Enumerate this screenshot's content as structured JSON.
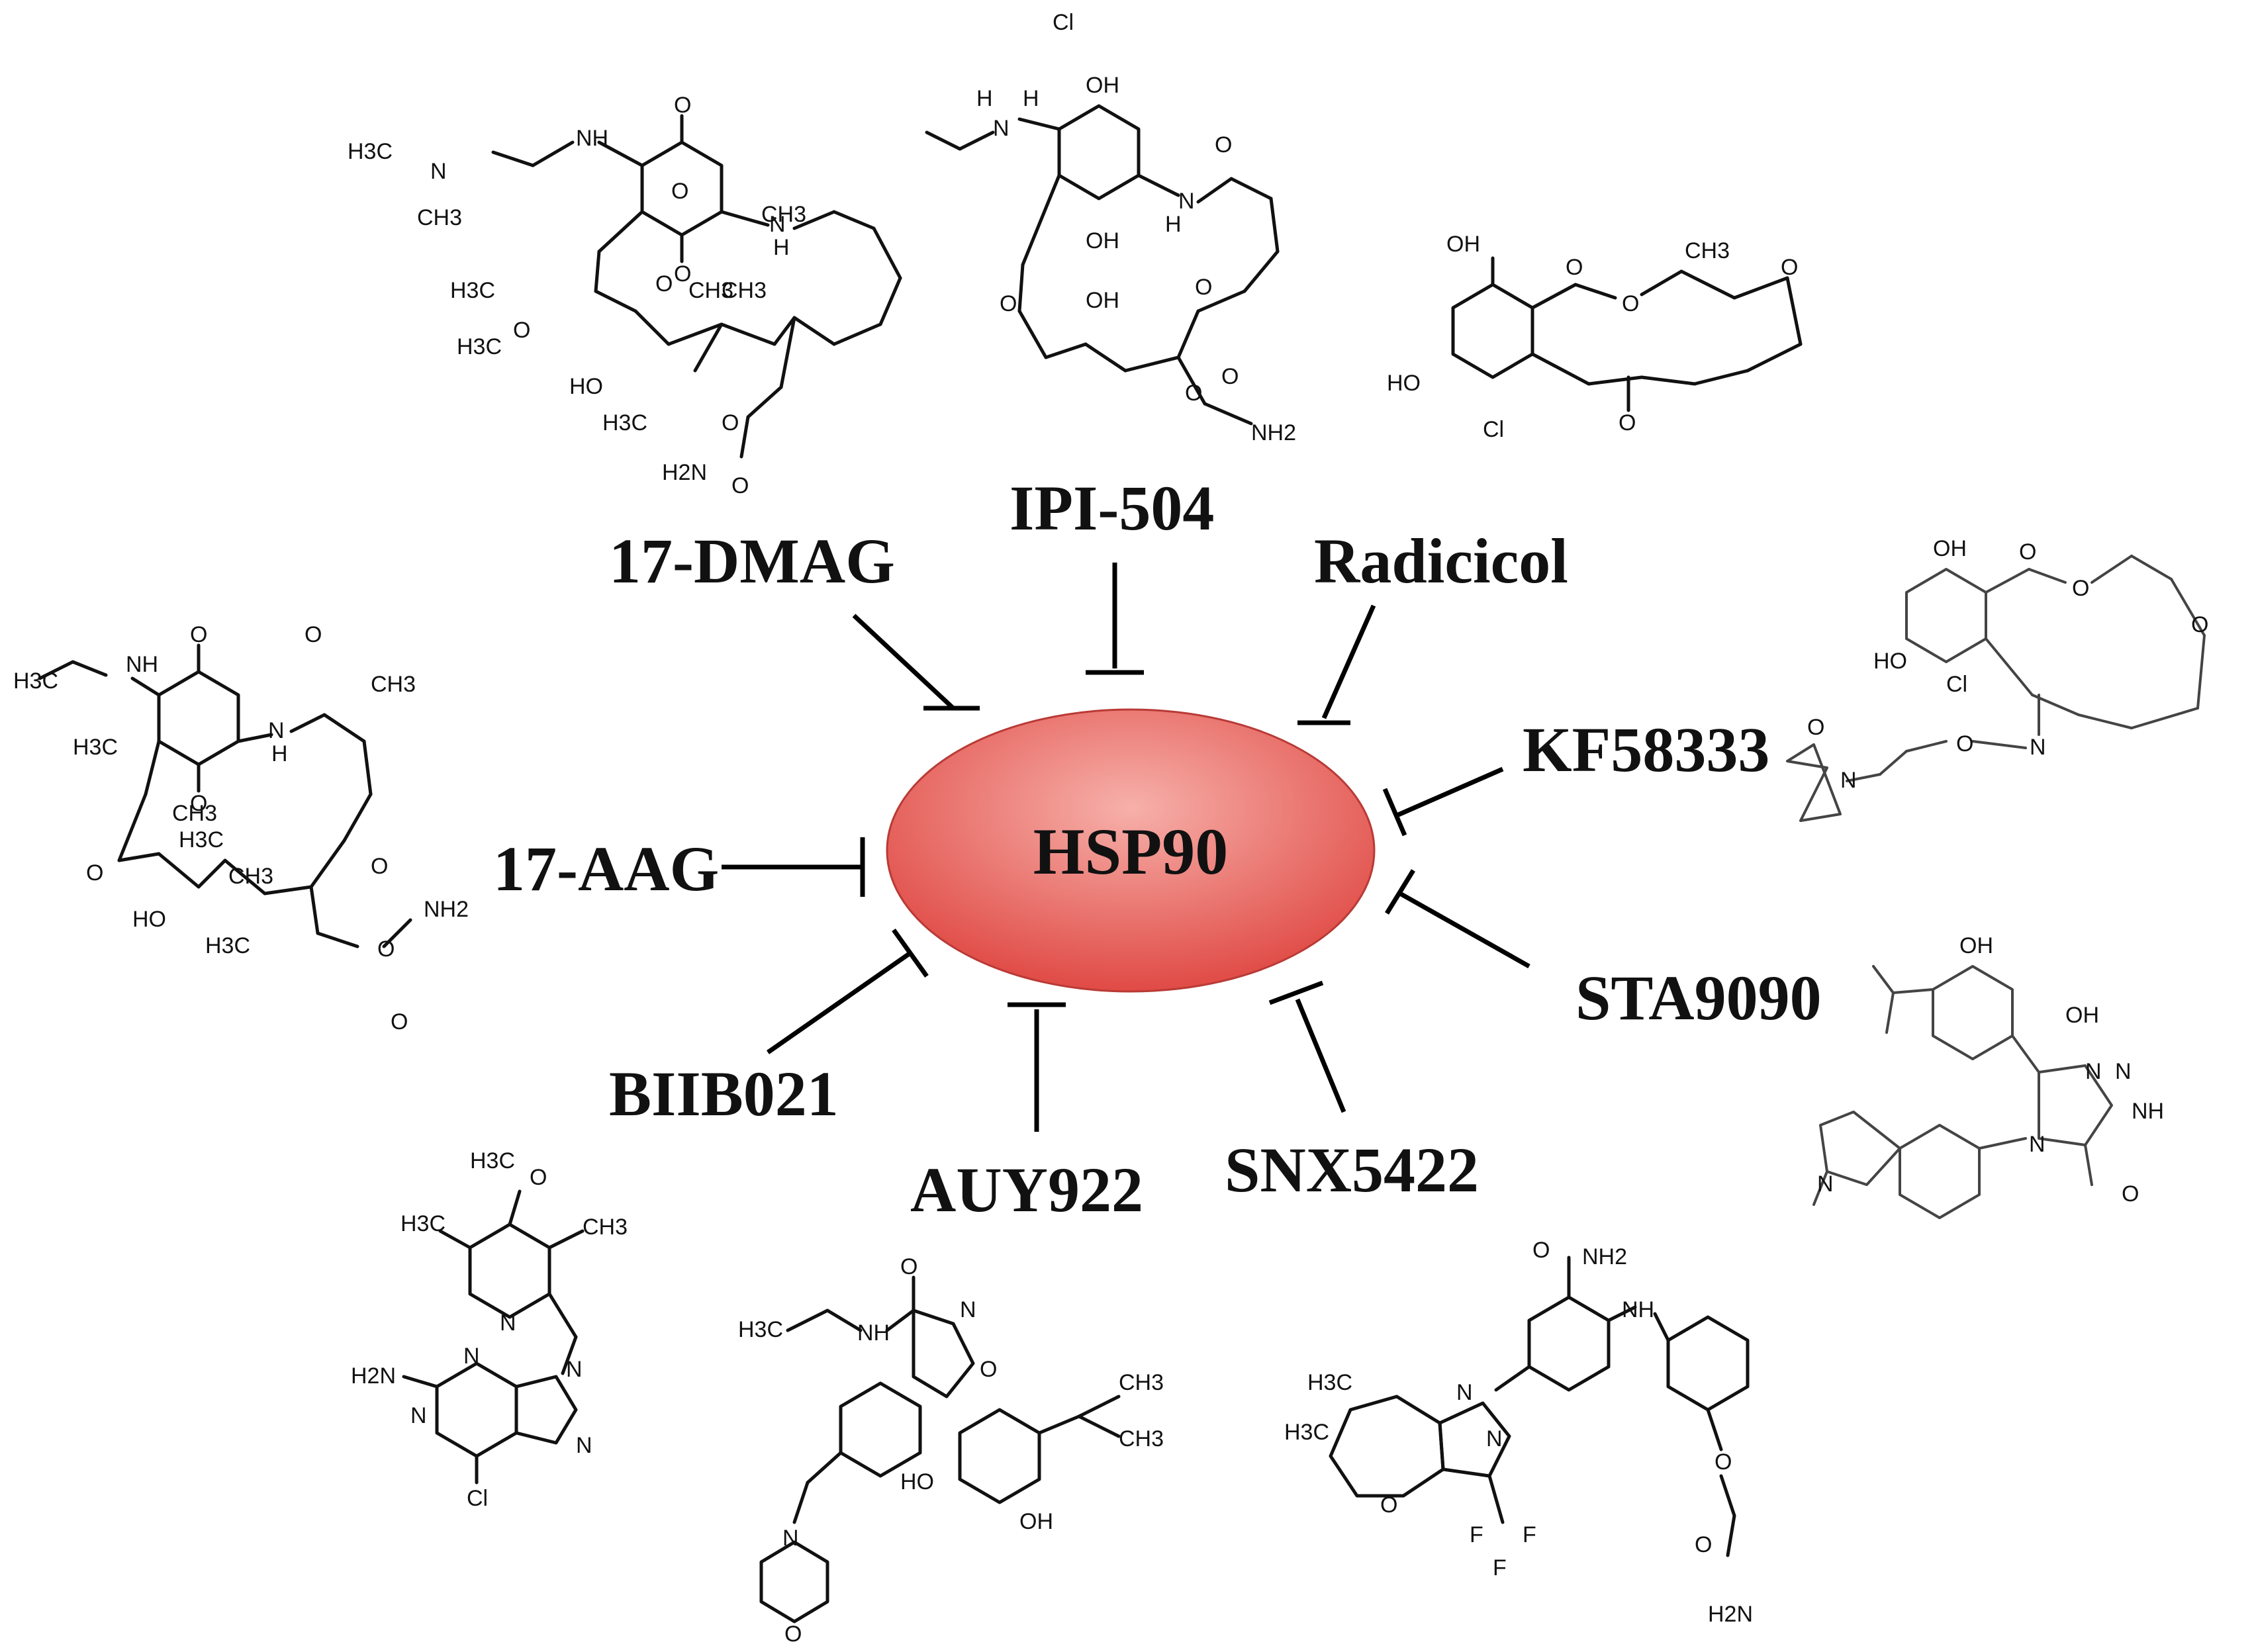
{
  "target": {
    "label": "HSP90",
    "fill_center": "#f7b0aa",
    "fill_edge": "#e04a45"
  },
  "inhibitors": [
    {
      "id": "17-DMAG",
      "label": "17-DMAG"
    },
    {
      "id": "IPI-504",
      "label": "IPI-504"
    },
    {
      "id": "Radicicol",
      "label": "Radicicol"
    },
    {
      "id": "KF58333",
      "label": "KF58333"
    },
    {
      "id": "STA9090",
      "label": "STA9090"
    },
    {
      "id": "SNX5422",
      "label": "SNX5422"
    },
    {
      "id": "AUY922",
      "label": "AUY922"
    },
    {
      "id": "BIIB021",
      "label": "BIIB021"
    },
    {
      "id": "17-AAG",
      "label": "17-AAG"
    }
  ],
  "relation": "inhibits",
  "structures": {
    "dmag": [
      "H3C",
      "N",
      "CH3",
      "NH",
      "O",
      "O",
      "N",
      "H",
      "O",
      "CH3",
      "H3C",
      "O",
      "CH3",
      "O",
      "CH3",
      "HO",
      "H3C",
      "O",
      "H2N",
      "O",
      "H3C"
    ],
    "ipi": [
      "Cl",
      "H",
      "N",
      "H",
      "OH",
      "OH",
      "N",
      "H",
      "O",
      "OH",
      "O",
      "O",
      "O",
      "NH2",
      "O"
    ],
    "radicicol": [
      "OH",
      "O",
      "O",
      "CH3",
      "O",
      "HO",
      "Cl",
      "O"
    ],
    "kf": [
      "OH",
      "O",
      "O",
      "HO",
      "Cl",
      "O",
      "N",
      "O",
      "N",
      "O"
    ],
    "sta": [
      "OH",
      "OH",
      "N",
      "N",
      "NH",
      "N",
      "O",
      "N"
    ],
    "snx": [
      "O",
      "NH2",
      "NH",
      "H3C",
      "H3C",
      "N",
      "N",
      "O",
      "O",
      "F",
      "F",
      "F",
      "O",
      "H2N"
    ],
    "auy": [
      "O",
      "H3C",
      "NH",
      "N",
      "O",
      "HO",
      "CH3",
      "CH3",
      "OH",
      "N",
      "O"
    ],
    "biib": [
      "H3C",
      "O",
      "H3C",
      "CH3",
      "N",
      "H2N",
      "N",
      "N",
      "N",
      "N",
      "Cl"
    ],
    "aag": [
      "O",
      "NH",
      "O",
      "H3C",
      "O",
      "N",
      "H",
      "CH3",
      "H3C",
      "O",
      "CH3",
      "O",
      "HO",
      "H3C",
      "O",
      "NH2",
      "H3C",
      "O",
      "CH3"
    ]
  }
}
